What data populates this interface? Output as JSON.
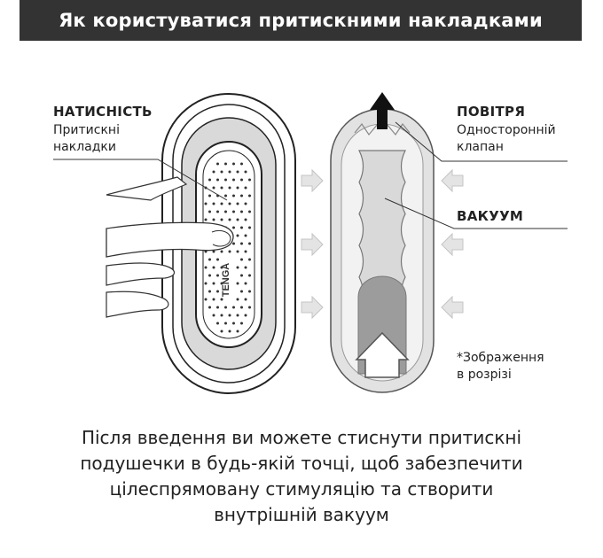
{
  "header": {
    "title": "Як користуватися притискними накладками"
  },
  "left": {
    "title": "НАТИСНІСТЬ",
    "subtitle_line1": "Притискні",
    "subtitle_line2": "накладки",
    "logo_text": "TENGA"
  },
  "right": {
    "air_title": "ПОВІТРЯ",
    "air_line1": "Односторонній",
    "air_line2": "клапан",
    "vacuum_title": "ВАКУУМ",
    "note_line1": "*Зображення",
    "note_line2": "в розрізі"
  },
  "caption": {
    "line1": "Після введення ви можете стиснути притискні",
    "line2": "подушечки в будь-якій точці, щоб забезпечити",
    "line3": "цілеспрямовану стимуляцію та створити",
    "line4": "внутрішній вакуум"
  },
  "colors": {
    "header_bg": "#333333",
    "illustration_gray": "#d9d9d9",
    "dark_fill": "#9c9c9c"
  }
}
